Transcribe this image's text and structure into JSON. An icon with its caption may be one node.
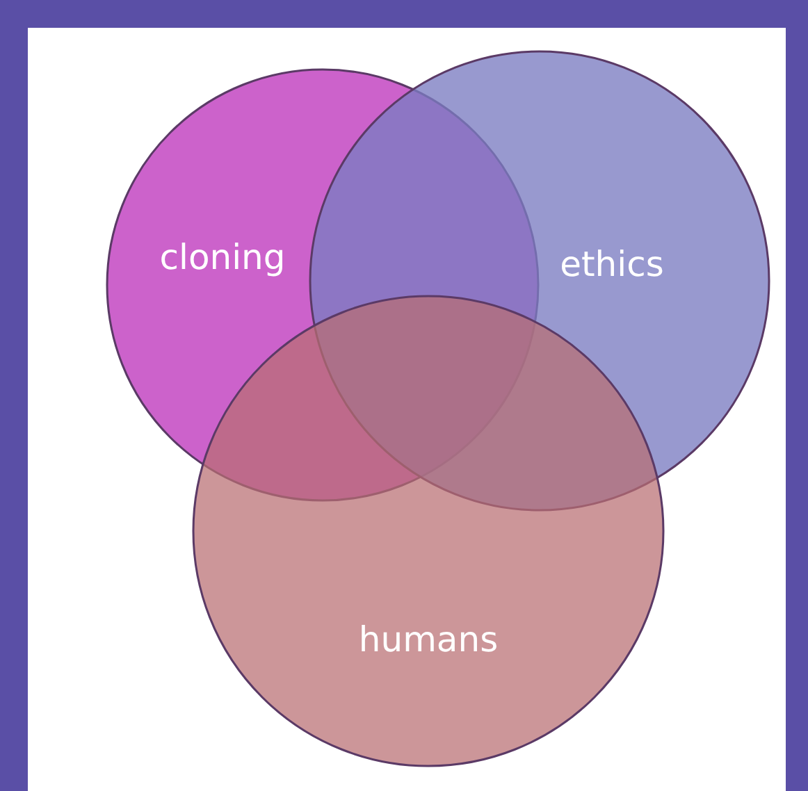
{
  "diagram": {
    "nodes": [
      {
        "text": [
          "cloning"
        ]
      },
      {
        "text": [
          "ethics"
        ]
      },
      {
        "text": [
          "humans"
        ]
      }
    ]
  }
}
